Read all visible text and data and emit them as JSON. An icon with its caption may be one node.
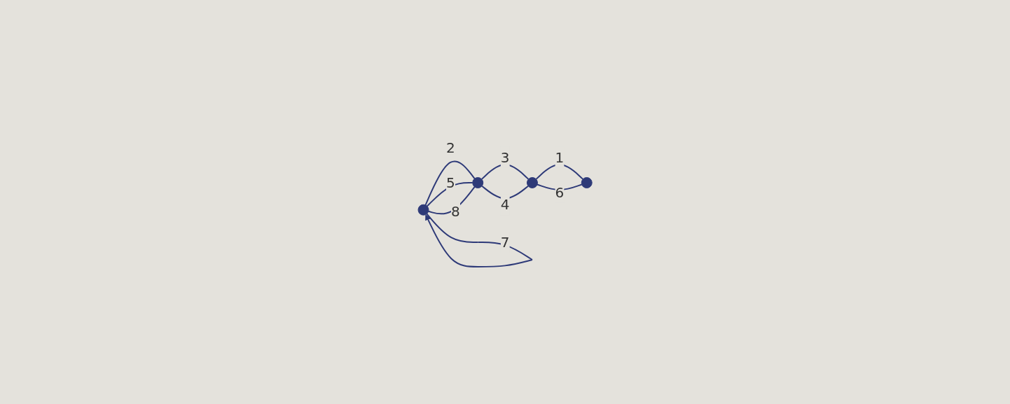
{
  "diagram": {
    "nodes": [
      {
        "text": [],
        "shape": "circle"
      },
      {
        "text": [],
        "shape": "circle"
      },
      {
        "text": [],
        "shape": "circle"
      },
      {
        "text": [],
        "shape": "circle"
      }
    ],
    "edges": [
      {
        "from": 0,
        "to": 0,
        "arrow": "to",
        "label": "7"
      },
      {
        "from": 0,
        "to": 1,
        "arrow": "none",
        "label": "2"
      },
      {
        "from": 0,
        "to": 1,
        "arrow": "none",
        "label": "5"
      },
      {
        "from": 0,
        "to": 1,
        "arrow": "none",
        "label": "8"
      },
      {
        "from": 1,
        "to": 2,
        "arrow": "none",
        "label": "3"
      },
      {
        "from": 1,
        "to": 2,
        "arrow": "none",
        "label": "4"
      },
      {
        "from": 2,
        "to": 3,
        "arrow": "none",
        "label": "1"
      },
      {
        "from": 2,
        "to": 3,
        "arrow": "none",
        "label": "6"
      }
    ]
  }
}
